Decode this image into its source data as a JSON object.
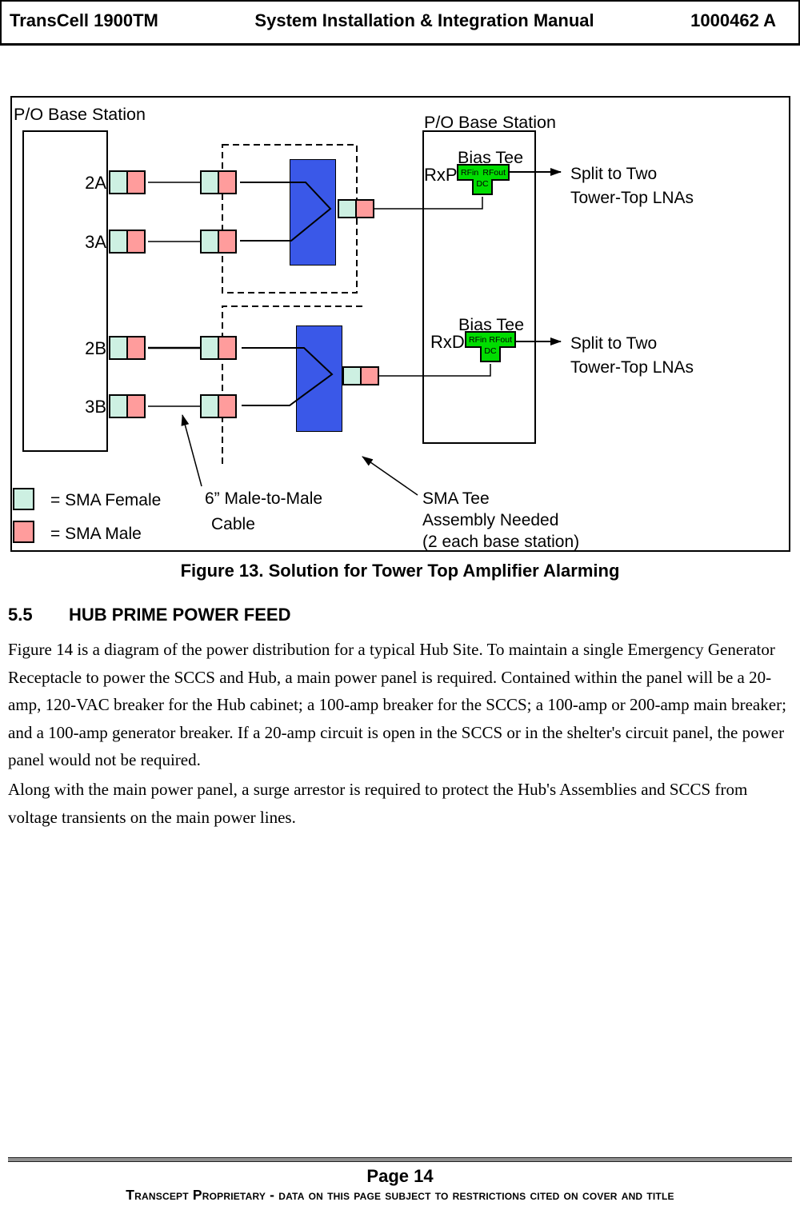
{
  "header": {
    "product": "TransCell 1900TM",
    "title": "System Installation & Integration Manual",
    "doc_number": "1000462 A"
  },
  "figure": {
    "left_station": {
      "title": "P/O Base Station",
      "ports": [
        "2A",
        "3A",
        "2B",
        "3B"
      ]
    },
    "right_station": {
      "title": "P/O Base Station"
    },
    "bias_tees": [
      {
        "port": "RxP",
        "title": "Bias Tee"
      },
      {
        "port": "RxD",
        "title": "Bias Tee"
      }
    ],
    "bias_tee_pins": {
      "rf_in": "RFin",
      "rf_out": "RFout",
      "dc": "DC"
    },
    "split_label": [
      "Split to Two",
      "Tower-Top LNAs"
    ],
    "legend": {
      "female": "= SMA Female",
      "male": "= SMA Male"
    },
    "cable_note": [
      "6” Male-to-Male",
      "Cable"
    ],
    "sma_tee_note": [
      "SMA Tee",
      "Assembly Needed",
      "(2 each base station)"
    ],
    "colors": {
      "sma_female": "#cdf0e2",
      "sma_male": "#ff9c9c",
      "bias_tee": "#00dd00",
      "combiner": "#3a58e8"
    }
  },
  "caption": "Figure 13. Solution for Tower Top Amplifier Alarming",
  "section": {
    "number": "5.5",
    "title": "HUB PRIME POWER FEED"
  },
  "body_paragraphs": [
    "Figure 14 is a diagram of the power distribution for a typical Hub Site. To maintain a single Emergency Generator Receptacle to power the SCCS and Hub, a main power panel is required. Contained within the panel will be a 20-amp, 120-VAC breaker for the Hub cabinet; a 100-amp breaker for the SCCS; a 100-amp or 200-amp main breaker; and a 100-amp generator breaker. If a 20-amp circuit is open in the SCCS or in the shelter's circuit panel, the power panel would not be required.",
    "Along with the main power panel, a surge arrestor is required to protect the Hub's Assemblies and SCCS from voltage transients on the main power lines."
  ],
  "footer": {
    "page_label": "Page 14",
    "proprietary_notice": "Transcept Proprietary - data on this page subject to restrictions cited on cover and title"
  }
}
